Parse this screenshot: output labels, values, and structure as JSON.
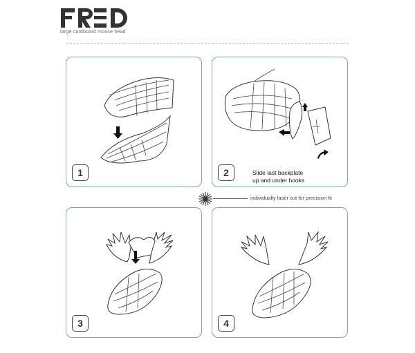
{
  "header": {
    "logo_text": "FRED",
    "subtitle": "large cardboard  moose head"
  },
  "steps": [
    {
      "number": "1",
      "text": ""
    },
    {
      "number": "2",
      "text": "Slide last backplate\nup and under hooks"
    },
    {
      "number": "3",
      "text": ""
    },
    {
      "number": "4",
      "text": ""
    }
  ],
  "callout": {
    "text": "individually laser cut for precision fit",
    "icon": "laser-burst-icon"
  },
  "colors": {
    "panel_border": "#7ea99f",
    "ink": "#333333"
  }
}
